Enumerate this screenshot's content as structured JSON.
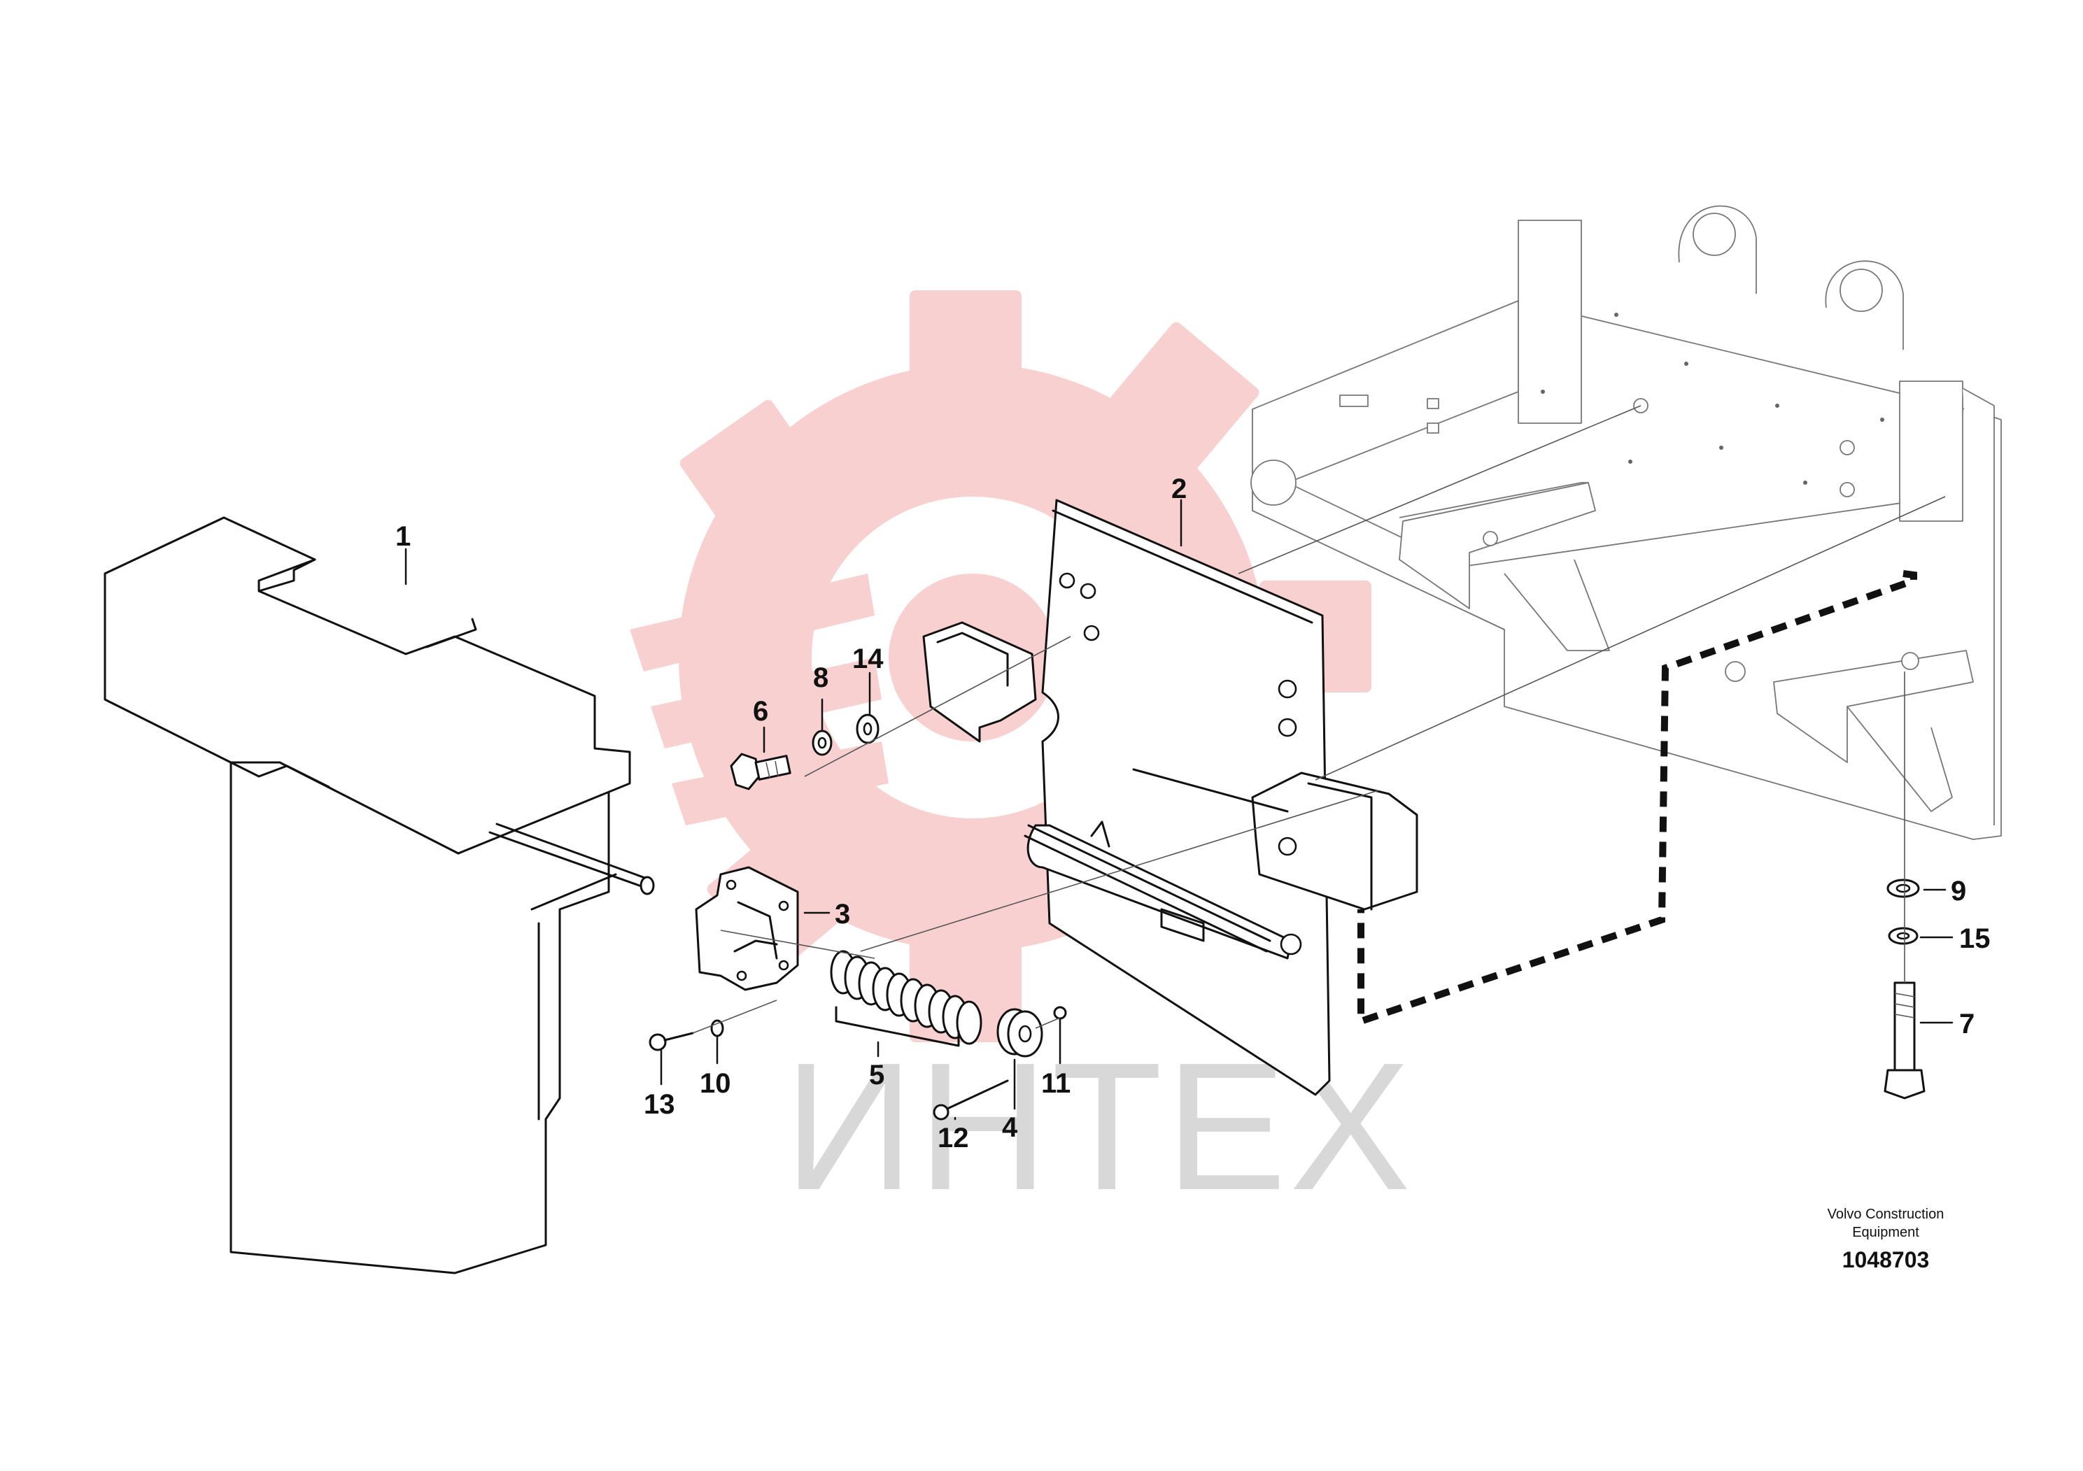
{
  "watermark": {
    "text": "ИНТЕХ",
    "gear_color": "#f7c8c8",
    "text_color": "#d8d8d8"
  },
  "callouts": [
    {
      "id": "1",
      "label": "1"
    },
    {
      "id": "2",
      "label": "2"
    },
    {
      "id": "3",
      "label": "3"
    },
    {
      "id": "4",
      "label": "4"
    },
    {
      "id": "5",
      "label": "5"
    },
    {
      "id": "6",
      "label": "6"
    },
    {
      "id": "7",
      "label": "7"
    },
    {
      "id": "8",
      "label": "8"
    },
    {
      "id": "9",
      "label": "9"
    },
    {
      "id": "10",
      "label": "10"
    },
    {
      "id": "11",
      "label": "11"
    },
    {
      "id": "12",
      "label": "12"
    },
    {
      "id": "13",
      "label": "13"
    },
    {
      "id": "14",
      "label": "14"
    },
    {
      "id": "15",
      "label": "15"
    }
  ],
  "footer": {
    "manufacturer_line1": "Volvo Construction",
    "manufacturer_line2": "Equipment",
    "drawing_number": "1048703"
  }
}
